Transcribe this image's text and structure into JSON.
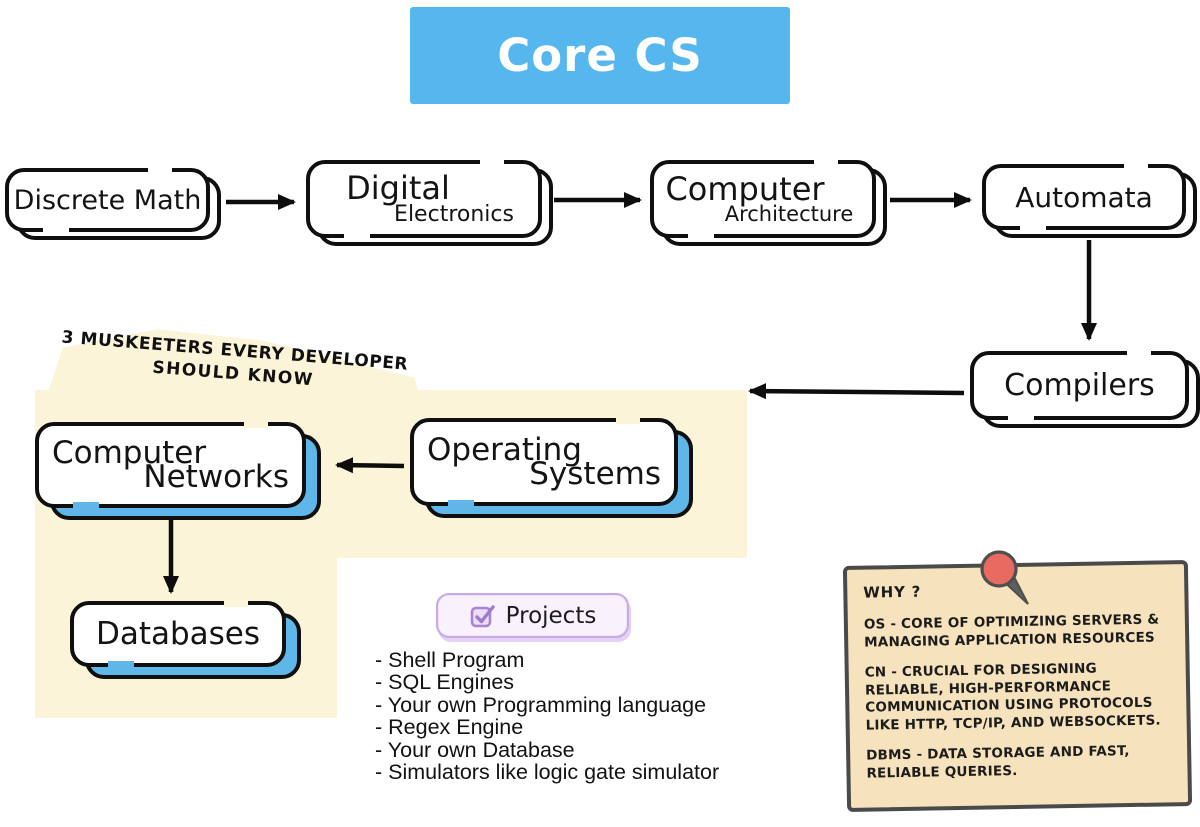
{
  "title": {
    "label": "Core CS"
  },
  "nodes": {
    "discrete_math": {
      "label": "Discrete Math"
    },
    "digital_electronics": {
      "line1": "Digital",
      "line2": "Electronics"
    },
    "computer_architecture": {
      "line1": "Computer",
      "line2": "Architecture"
    },
    "automata": {
      "label": "Automata"
    },
    "compilers": {
      "label": "Compilers"
    },
    "computer_networks": {
      "line1": "Computer",
      "line2": "Networks"
    },
    "operating_systems": {
      "line1": "Operating",
      "line2": "Systems"
    },
    "databases": {
      "label": "Databases"
    }
  },
  "highlight": {
    "caption_line1": "3 MUSKEETERS EVERY DEVELOPER",
    "caption_line2": "SHOULD KNOW"
  },
  "projects": {
    "badge_label": "Projects",
    "checkbox_icon": "checked-checkbox-icon",
    "items": [
      "- Shell Program",
      "- SQL Engines",
      "- Your own Programming language",
      "- Regex Engine",
      "- Your own Database",
      "- Simulators like logic gate simulator"
    ]
  },
  "note": {
    "pin_icon": "push-pin-icon",
    "title": "WHY ?",
    "paragraphs": [
      "OS - CORE OF OPTIMIZING SERVERS & MANAGING APPLICATION RESOURCES",
      "CN - CRUCIAL FOR DESIGNING RELIABLE, HIGH-PERFORMANCE COMMUNICATION USING PROTOCOLS LIKE HTTP, TCP/IP, AND WEBSOCKETS.",
      "DBMS - DATA STORAGE AND FAST, RELIABLE QUERIES."
    ]
  },
  "colors": {
    "title_bg": "#55B7ED",
    "box_blue": "#5FB7E9",
    "hl_yellow": "#FBF4D8",
    "note_bg": "#F6E3BD",
    "pin_red": "#E96A61",
    "purple": "#C7A9E5"
  }
}
